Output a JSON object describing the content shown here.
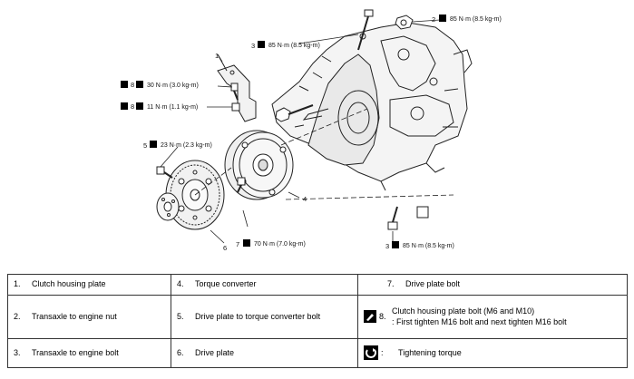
{
  "callouts": {
    "c2": {
      "num": "2",
      "torque": "85 N·m (8.5 kg-m)"
    },
    "c3a": {
      "num": "3",
      "torque": "85 N·m (8.5 kg-m)"
    },
    "c8a": {
      "num": "8",
      "torque": "30 N·m (3.0 kg-m)"
    },
    "c8b": {
      "num": "8",
      "torque": "11 N·m (1.1 kg-m)"
    },
    "c5": {
      "num": "5",
      "torque": "23 N·m (2.3 kg-m)"
    },
    "c7": {
      "num": "7",
      "torque": "70 N·m (7.0 kg-m)"
    },
    "c3b": {
      "num": "3",
      "torque": "85 N·m (8.5 kg-m)"
    },
    "n1": "1",
    "n4": "4",
    "n6": "6"
  },
  "legend": {
    "row1": [
      {
        "num": "1.",
        "text": "Clutch housing plate"
      },
      {
        "num": "4.",
        "text": "Torque converter"
      },
      {
        "num": "7.",
        "text": "Drive plate bolt"
      }
    ],
    "row2": [
      {
        "num": "2.",
        "text": "Transaxle to engine nut"
      },
      {
        "num": "5.",
        "text": "Drive plate to torque converter bolt"
      },
      {
        "num": "8.",
        "line1": "Clutch housing plate bolt (M6 and M10)",
        "line2": ": First tighten M16 bolt and next tighten M16 bolt"
      }
    ],
    "row3": [
      {
        "num": "3.",
        "text": "Transaxle to engine bolt"
      },
      {
        "num": "6.",
        "text": "Drive plate"
      },
      {
        "colon": ":",
        "text": "Tightening torque"
      }
    ]
  }
}
